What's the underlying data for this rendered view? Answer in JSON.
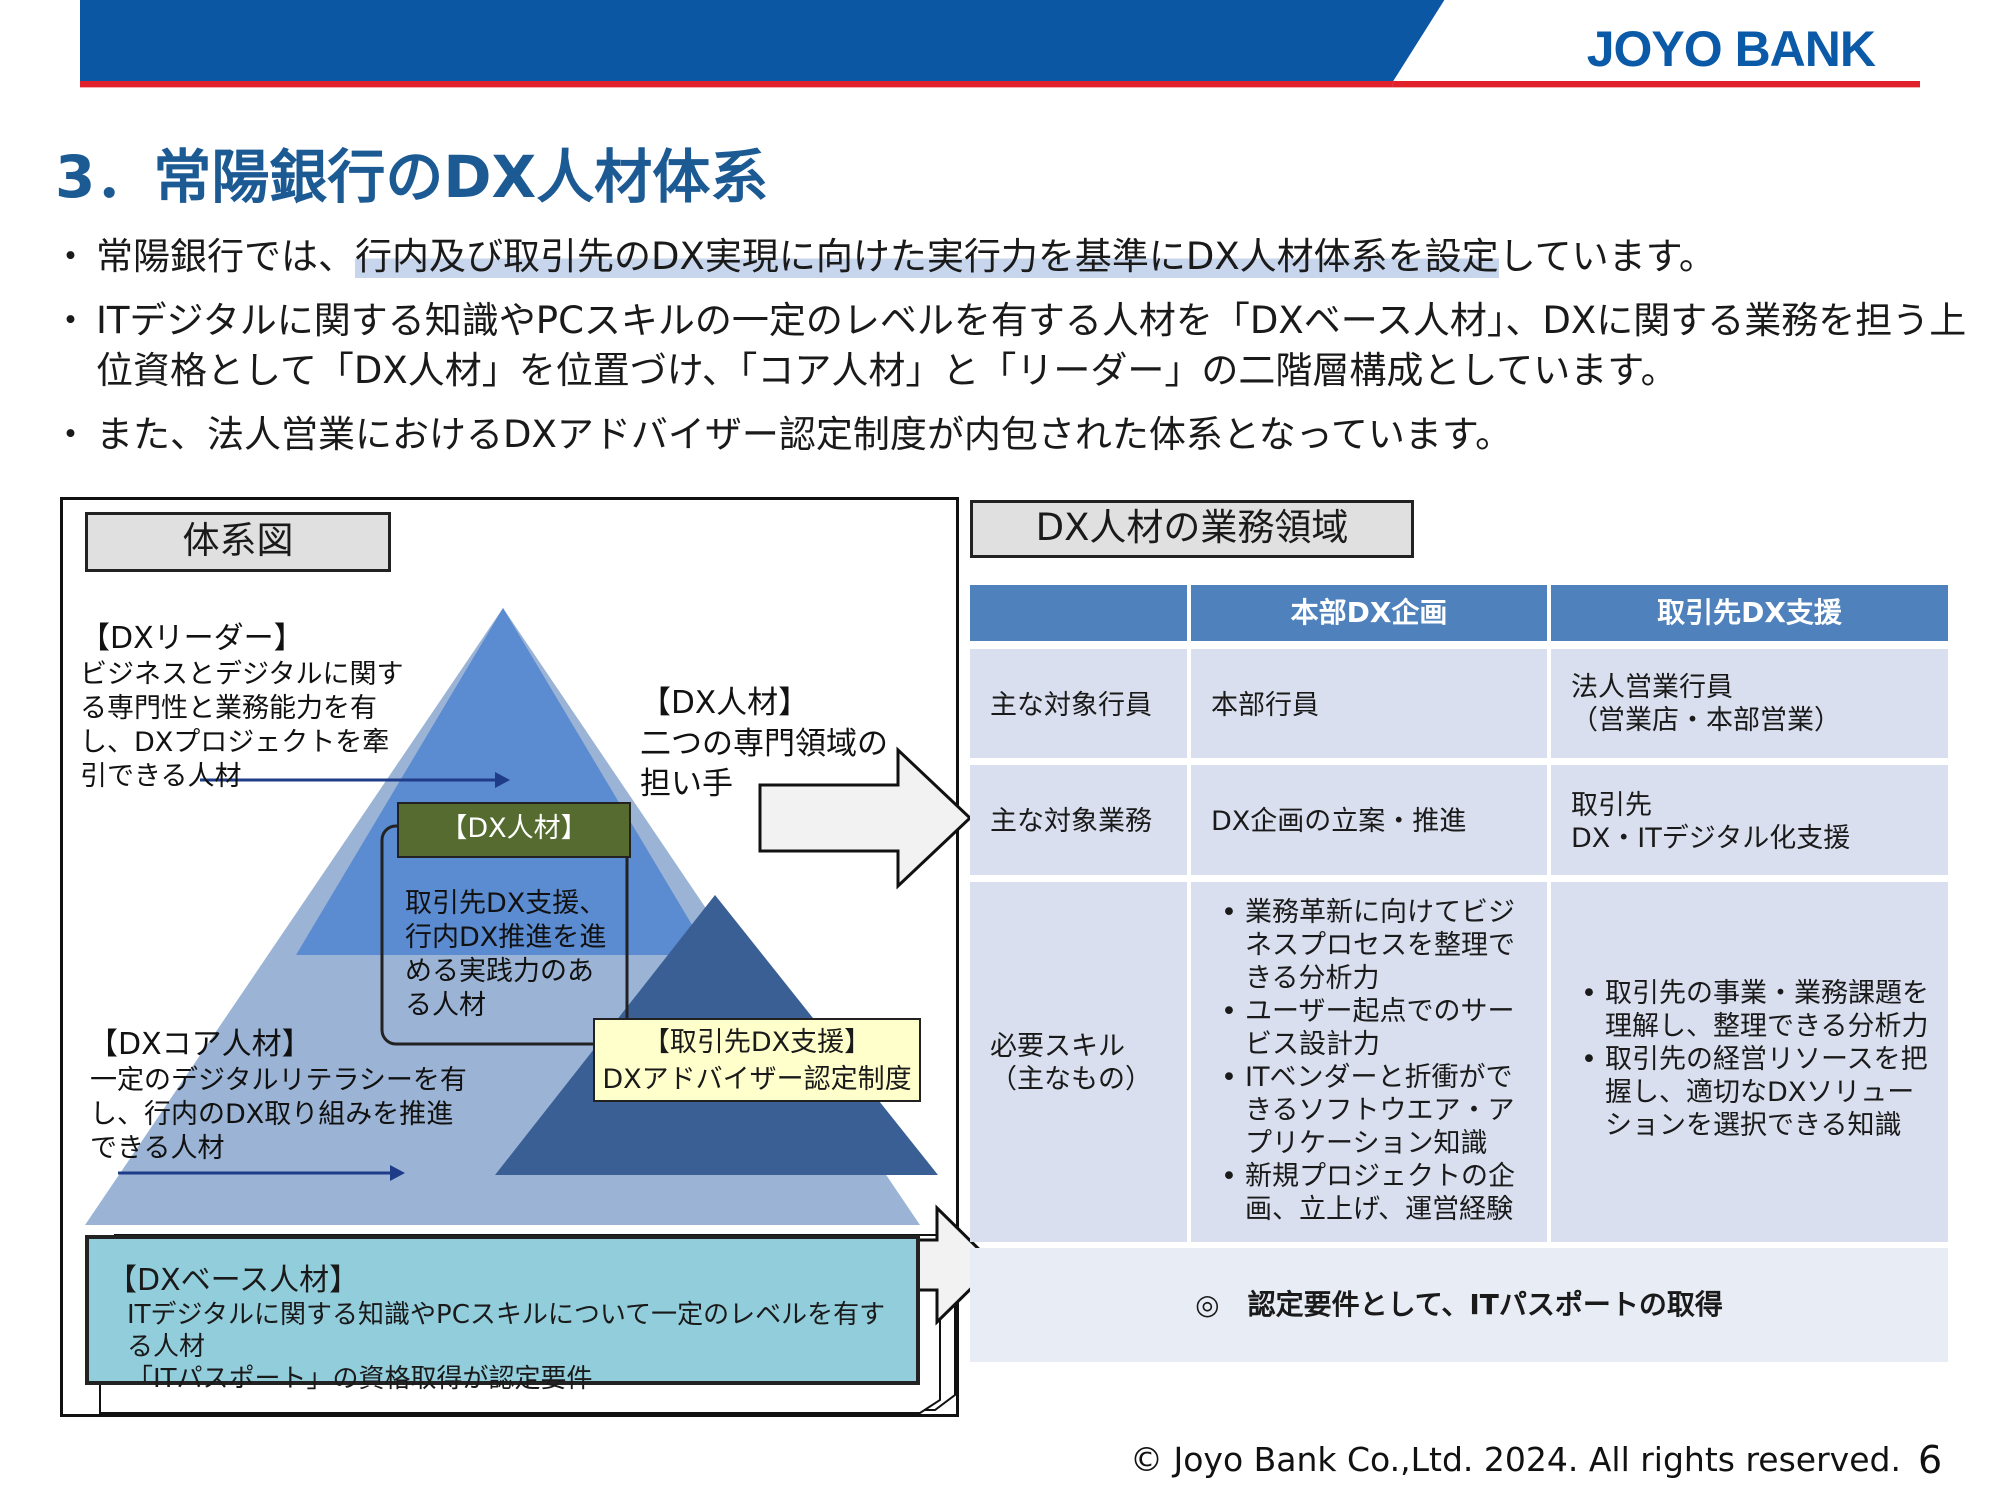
{
  "header": {
    "brand": "JOYO BANK",
    "colors": {
      "blue": "#0b57a4",
      "red": "#e0202a"
    }
  },
  "title": "3．常陽銀行のDX人材体系",
  "bullets": {
    "b1_pre": "常陽銀行では、",
    "b1_highlight": "行内及び取引先のDX実現に向けた実行力を基準にDX人材体系を設定",
    "b1_post": "しています。",
    "b2": "ITデジタルに関する知識やPCスキルの一定のレベルを有する人材を「DXベース人材」、DXに関する業務を担う上位資格として「DX人材」を位置づけ、「コア人材」と「リーダー」の二階層構成としています。",
    "b3": "また、法人営業におけるDXアドバイザー認定制度が内包された体系となっています。"
  },
  "diagram": {
    "label": "体系図",
    "leader_head": "【DXリーダー】",
    "leader_desc": "ビジネスとデジタルに関する専門性と業務能力を有し、DXプロジェクトを牽引できる人材",
    "dx_head": "【DX人材】",
    "dx_desc": "二つの専門領域の担い手",
    "dx_box": "【DX人材】",
    "dx_box_desc": "取引先DX支援、行内DX推進を進める実践力のある人材",
    "core_head": "【DXコア人材】",
    "core_desc": "一定のデジタルリテラシーを有し、行内のDX取り組みを推進できる人材",
    "cert_line1": "【取引先DX支援】",
    "cert_line2": "DXアドバイザー認定制度",
    "base_head": "【DXベース人材】",
    "base_line1": "ITデジタルに関する知識やPCスキルについて一定のレベルを有する人材",
    "base_line2": "「ITパスポート」の資格取得が認定要件"
  },
  "domain_section": {
    "label": "DX人材の業務領域",
    "col1": "本部DX企画",
    "col2": "取引先DX支援",
    "row1_label": "主な対象行員",
    "row1_c1": "本部行員",
    "row1_c2a": "法人営業行員",
    "row1_c2b": "（営業店・本部営業）",
    "row2_label": "主な対象業務",
    "row2_c1": "DX企画の立案・推進",
    "row2_c2a": "取引先",
    "row2_c2b": "DX・ITデジタル化支援",
    "row3_label_a": "必要スキル",
    "row3_label_b": "（主なもの）",
    "row3_c1": [
      "業務革新に向けてビジネスプロセスを整理できる分析力",
      "ユーザー起点でのサービス設計力",
      "ITベンダーと折衝ができるソフトウエア・アプリケーション知識",
      "新規プロジェクトの企画、立上げ、運営経験"
    ],
    "row3_c2": [
      "取引先の事業・業務課題を理解し、整理できる分析力",
      "取引先の経営リソースを把握し、適切なDXソリューションを選択できる知識"
    ],
    "note": "◎　認定要件として、ITパスポートの取得"
  },
  "footer": {
    "copyright": "© Joyo Bank Co.,Ltd. 2024. All rights reserved.",
    "page": "6"
  }
}
